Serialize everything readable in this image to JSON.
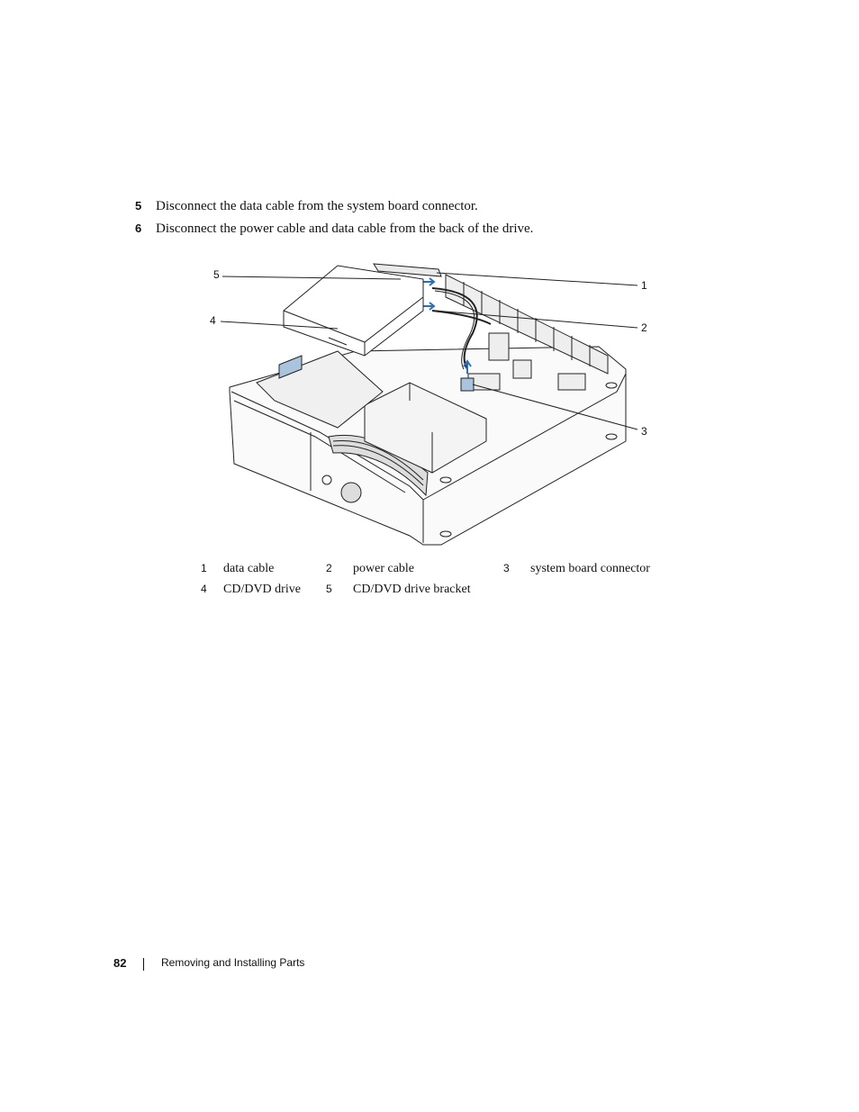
{
  "steps": [
    {
      "number": "5",
      "text": "Disconnect the data cable from the system board connector."
    },
    {
      "number": "6",
      "text": "Disconnect the power cable and data cable from the back of the drive."
    }
  ],
  "figure": {
    "callouts": [
      "1",
      "2",
      "3",
      "4",
      "5"
    ]
  },
  "legend": [
    {
      "number": "1",
      "label": "data cable"
    },
    {
      "number": "2",
      "label": "power cable"
    },
    {
      "number": "3",
      "label": "system board connector"
    },
    {
      "number": "4",
      "label": "CD/DVD drive"
    },
    {
      "number": "5",
      "label": "CD/DVD drive bracket"
    }
  ],
  "footer": {
    "page_number": "82",
    "section_title": "Removing and Installing Parts"
  }
}
